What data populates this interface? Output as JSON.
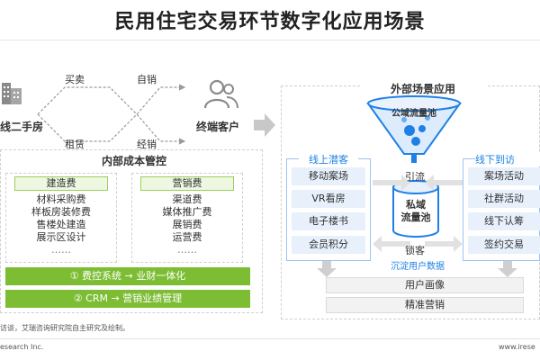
{
  "title": "民用住宅交易环节数字化应用场景",
  "left": {
    "second_hand_label": "线二手房",
    "flow": {
      "top_left": "买卖",
      "top_right": "自销",
      "bottom_left": "租赁",
      "bottom_right": "经销"
    },
    "customer_label": "终端客户",
    "internal_cost_title": "内部成本管控",
    "construction": {
      "header": "建造费",
      "items": [
        "材料采购费",
        "样板房装修费",
        "售楼处建造",
        "展示区设计",
        "……"
      ]
    },
    "marketing": {
      "header": "营销费",
      "items": [
        "渠道费",
        "媒体推广费",
        "展销费",
        "运营费",
        "……"
      ]
    },
    "bar1": "① 费控系统 → 业财一体化",
    "bar2": "② CRM → 营销业绩管理"
  },
  "right": {
    "title": "外部场景应用",
    "public_pool": "公域流量池",
    "private_pool": [
      "私域",
      "流量池"
    ],
    "online": {
      "header": "线上潜客",
      "items": [
        "移动案场",
        "VR看房",
        "电子楼书",
        "会员积分"
      ]
    },
    "offline": {
      "header": "线下到访",
      "items": [
        "案场活动",
        "社群活动",
        "线下认筹",
        "签约交易"
      ]
    },
    "yinliu": "引流",
    "suoke": "锁客",
    "settle": "沉淀用户数据",
    "bottom": [
      "用户画像",
      "精准营销"
    ]
  },
  "footer": {
    "source": "访谈，艾瑞咨询研究院自主研究及绘制。",
    "company": "esearch Inc.",
    "url": "www.irese"
  },
  "colors": {
    "blue": "#1e80e6",
    "green": "#7cbd34",
    "light_blue": "#e7f0fb"
  }
}
